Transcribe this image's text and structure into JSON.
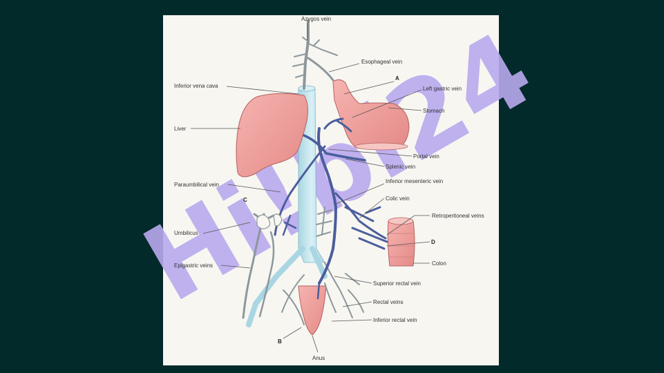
{
  "slide": {
    "background_color": "#022a2a",
    "panel_color": "#f7f6f1",
    "watermark_text": "Hi!bi24",
    "watermark_color": "#b9a9ee"
  },
  "diagram": {
    "labels": {
      "azygos": "Azygos vein",
      "esophageal": "Esophageal vein",
      "letter_a": "A",
      "left_gastric": "Left gastric vein",
      "ivc": "Inferior vena cava",
      "stomach": "Stomach",
      "liver": "Liver",
      "portal": "Portal vein",
      "splenic": "Splenic vein",
      "paraumbilical": "Paraumbilical vein",
      "inf_mesenteric": "Inferior mesenteric vein",
      "letter_c": "C",
      "colic": "Colic vein",
      "retroperitoneal": "Retroperitoneal veins",
      "umbilicus": "Umbilicus",
      "letter_d": "D",
      "epigastric": "Epigastric veins",
      "colon": "Colon",
      "sup_rectal": "Superior rectal vein",
      "rectal": "Rectal veins",
      "inf_rectal": "Inferior rectal vein",
      "letter_b": "B",
      "anus": "Anus"
    },
    "colors": {
      "organ_pink": "#f0a0a0",
      "ivc_blue": "#bfe3ec",
      "portal_vein": "#4b5d9c",
      "systemic_vein": "#8c979c"
    }
  }
}
